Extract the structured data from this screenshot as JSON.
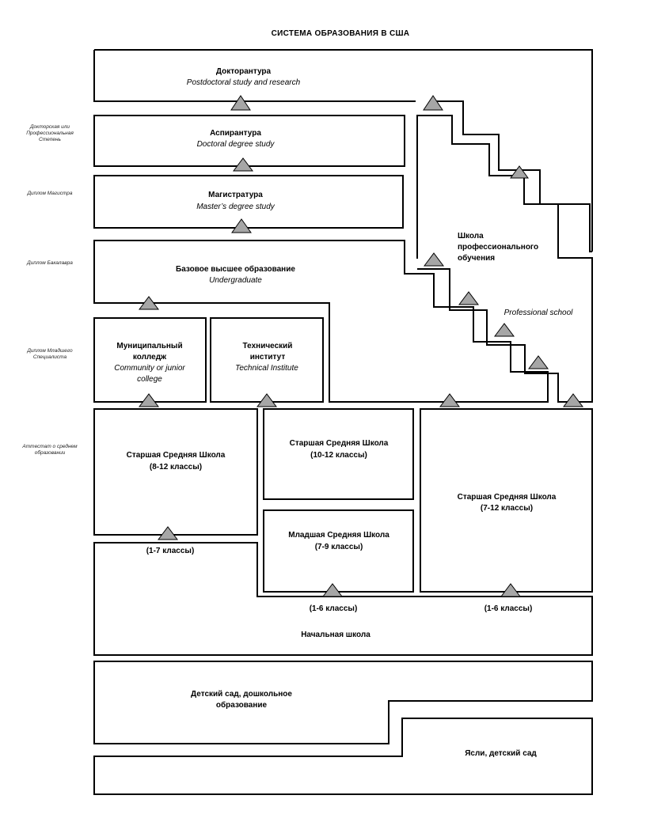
{
  "title": "СИСТЕМА ОБРАЗОВАНИЯ В США",
  "colors": {
    "line": "#000000",
    "arrow_fill": "#a6a6a6",
    "background": "#ffffff"
  },
  "side_labels": {
    "doctoral": "Докторская или Профессиональная Степень",
    "masters": "Диплом Магистра",
    "bachelors": "Диплом Бакалавра",
    "associate": "Диплом Младшего Специалиста",
    "certificate": "Аттестат о среднем образовании"
  },
  "blocks": {
    "postdoc": {
      "title": "Докторантура",
      "subtitle": "Postdoctoral study and research"
    },
    "doctoral": {
      "title": "Аспирантура",
      "subtitle": "Doctoral degree study"
    },
    "masters": {
      "title": "Магистратура",
      "subtitle": "Master’s degree study"
    },
    "undergrad": {
      "title": "Базовое высшее образование",
      "subtitle": "Undergraduate"
    },
    "community": {
      "title": "Муниципальный колледж",
      "subtitle": "Community or junior college"
    },
    "technical": {
      "title": "Технический институт",
      "subtitle": "Technical Institute"
    },
    "professional": {
      "title": "Школа профессионального обучения",
      "subtitle": "Professional school"
    },
    "senior_8_12": {
      "title": "Старшая Средняя Школа",
      "grades": "(8-12 классы)"
    },
    "senior_10_12": {
      "title": "Старшая Средняя Школа",
      "grades": "(10-12 классы)"
    },
    "junior_7_9": {
      "title": "Младшая Средняя Школа",
      "grades": "(7-9 классы)"
    },
    "senior_7_12": {
      "title": "Старшая Средняя Школа",
      "grades": "(7-12 классы)"
    },
    "primary": {
      "title": "Начальная школа",
      "grades_a": "(1-7 классы)",
      "grades_b": "(1-6 классы)",
      "grades_c": "(1-6 классы)"
    },
    "kindergarten": {
      "title": "Детский сад, дошкольное образование"
    },
    "nursery": {
      "title": "Ясли, детский сад"
    }
  }
}
